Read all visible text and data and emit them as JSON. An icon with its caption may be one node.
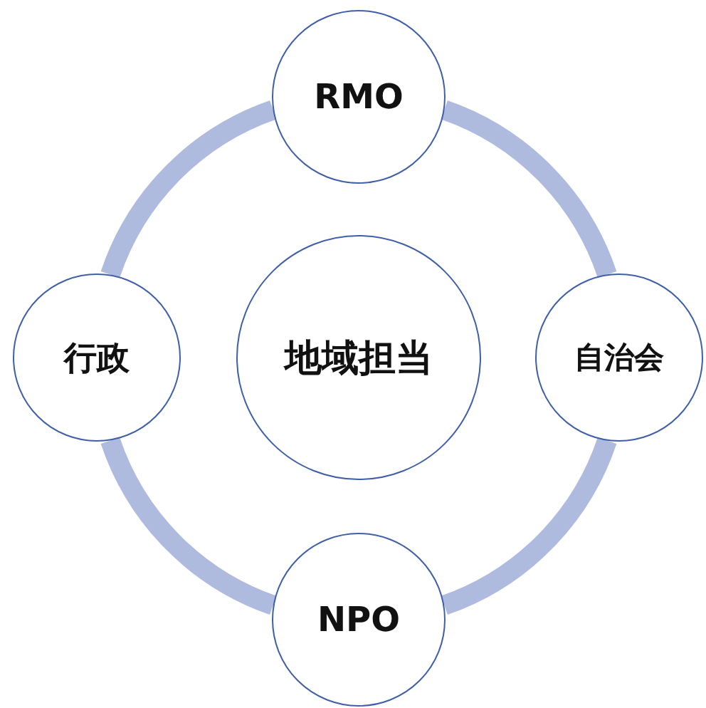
{
  "diagram": {
    "nodes": [
      {
        "text": [
          "RMO"
        ]
      },
      {
        "text": [
          "行政"
        ]
      },
      {
        "text": [
          "地域担当"
        ]
      },
      {
        "text": [
          "自治会"
        ]
      },
      {
        "text": [
          "NPO"
        ]
      }
    ],
    "edges": [
      {
        "from": 0,
        "to": 3,
        "arrow": "none"
      },
      {
        "from": 3,
        "to": 4,
        "arrow": "none"
      },
      {
        "from": 4,
        "to": 1,
        "arrow": "none"
      },
      {
        "from": 1,
        "to": 0,
        "arrow": "none"
      }
    ]
  }
}
